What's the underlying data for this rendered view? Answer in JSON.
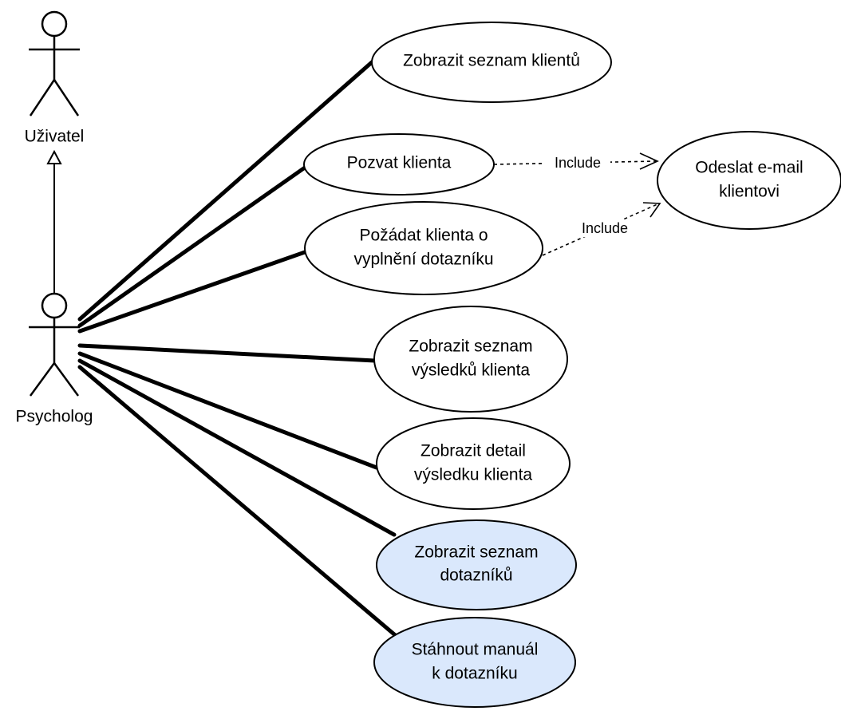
{
  "actors": {
    "user": {
      "label": "Uživatel"
    },
    "psychologist": {
      "label": "Psycholog"
    }
  },
  "use_cases": {
    "list_clients": {
      "line1": "Zobrazit seznam klientů",
      "line2": ""
    },
    "invite_client": {
      "line1": "Pozvat klienta",
      "line2": ""
    },
    "request_questionnaire": {
      "line1": "Požádat klienta o",
      "line2": "vyplnění dotazníku"
    },
    "send_email": {
      "line1": "Odeslat e-mail",
      "line2": "klientovi"
    },
    "list_results": {
      "line1": "Zobrazit seznam",
      "line2": "výsledků klienta"
    },
    "result_detail": {
      "line1": "Zobrazit detail",
      "line2": "výsledku klienta"
    },
    "list_questionnaires": {
      "line1": "Zobrazit seznam",
      "line2": "dotazníků"
    },
    "download_manual": {
      "line1": "Stáhnout manuál",
      "line2": "k dotazníku"
    }
  },
  "relations": {
    "include_1": "Include",
    "include_2": "Include"
  },
  "colors": {
    "highlight_fill": "#dae8fc",
    "default_fill": "#ffffff",
    "stroke": "#000000"
  }
}
